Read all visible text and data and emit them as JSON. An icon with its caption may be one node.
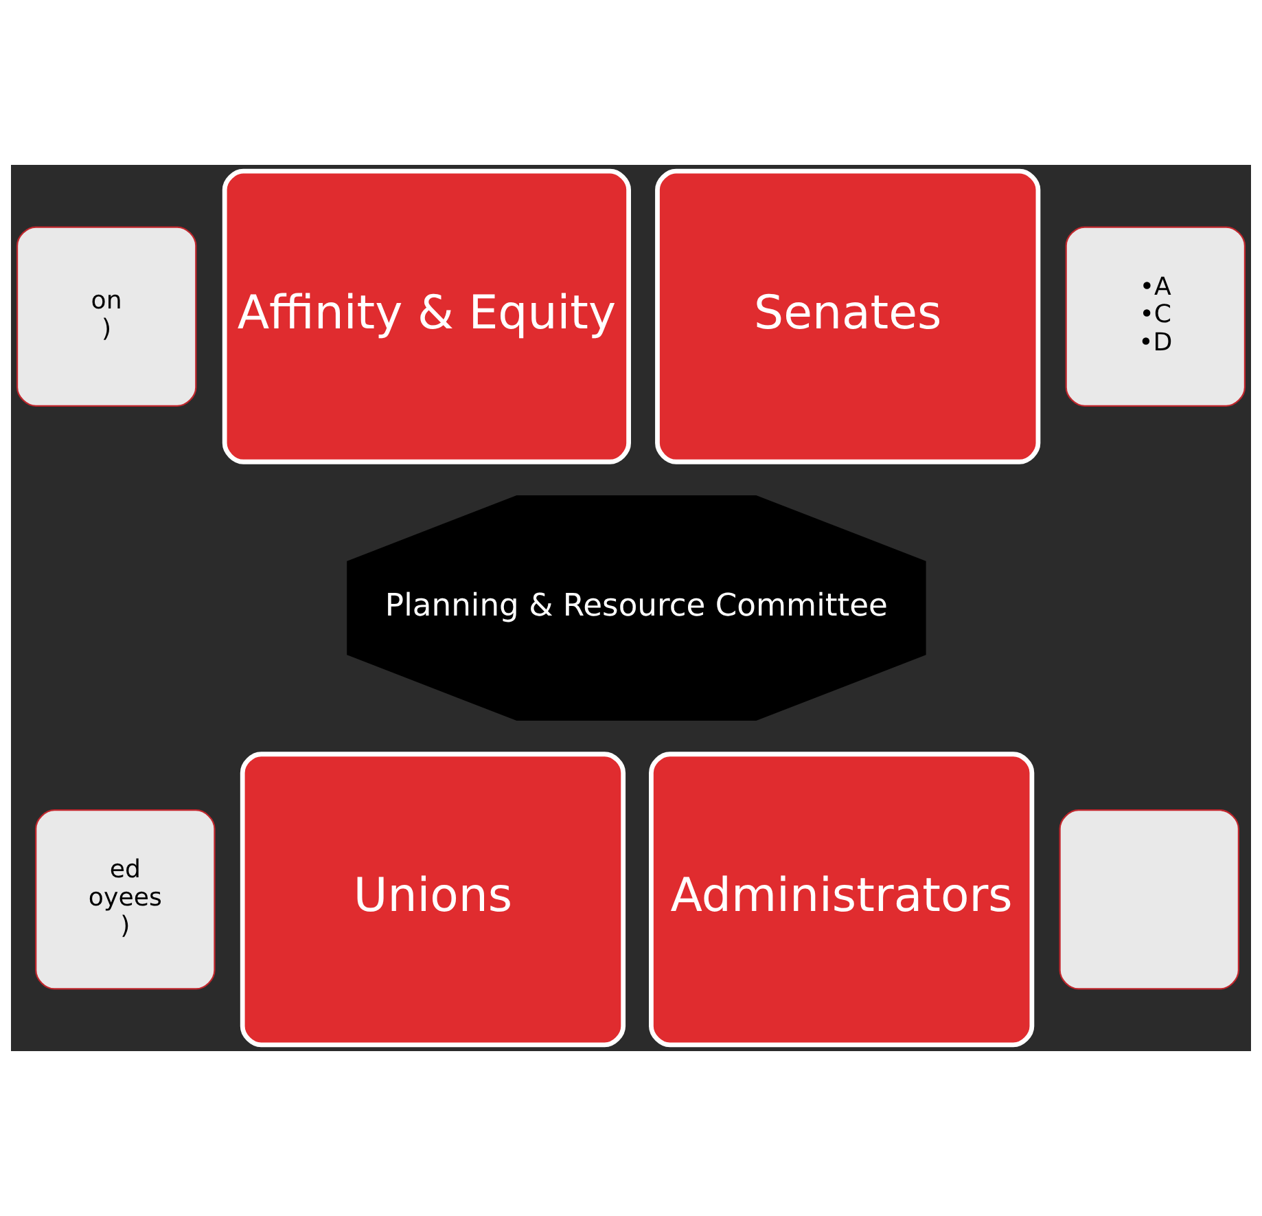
{
  "diagram": {
    "nodes": [
      {
        "text": [
          "on",
          ")"
        ]
      },
      {
        "text": [
          "Affinity & Equity"
        ]
      },
      {
        "text": [
          "Senates"
        ]
      },
      {
        "text": [
          "•A",
          "•C",
          "•D"
        ]
      },
      {
        "text": [
          "Planning & Resource Committee"
        ]
      },
      {
        "text": [
          "ed",
          "oyees",
          ")"
        ]
      },
      {
        "text": [
          "Unions"
        ]
      },
      {
        "text": [
          "Administrators"
        ]
      },
      {
        "text": [],
        "shape": "box"
      }
    ],
    "edges": []
  }
}
